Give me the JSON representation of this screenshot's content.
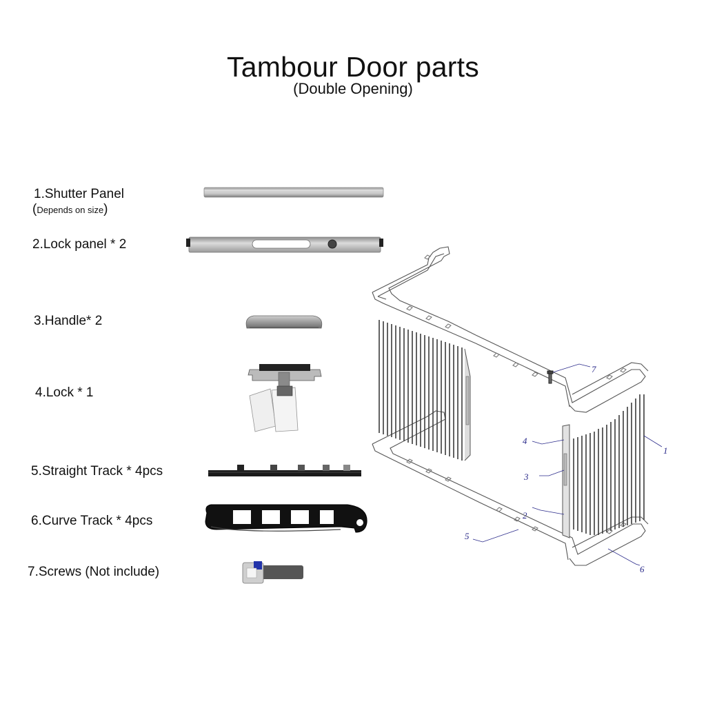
{
  "title": "Tambour Door parts",
  "subtitle": "(Double Opening)",
  "parts": [
    {
      "label": "1.Shutter Panel",
      "note_open": "(",
      "note": "Depends on size",
      "note_close": ")"
    },
    {
      "label": "2.Lock panel * 2"
    },
    {
      "label": "3.Handle* 2"
    },
    {
      "label": "4.Lock * 1"
    },
    {
      "label": "5.Straight Track * 4pcs"
    },
    {
      "label": "6.Curve Track * 4pcs"
    },
    {
      "label": "7.Screws (Not include)"
    }
  ],
  "callouts": [
    "1",
    "2",
    "3",
    "4",
    "5",
    "6",
    "7"
  ],
  "colors": {
    "callout": "#2a2a8a",
    "track": "#111111",
    "metal": "#c8c8c8"
  }
}
